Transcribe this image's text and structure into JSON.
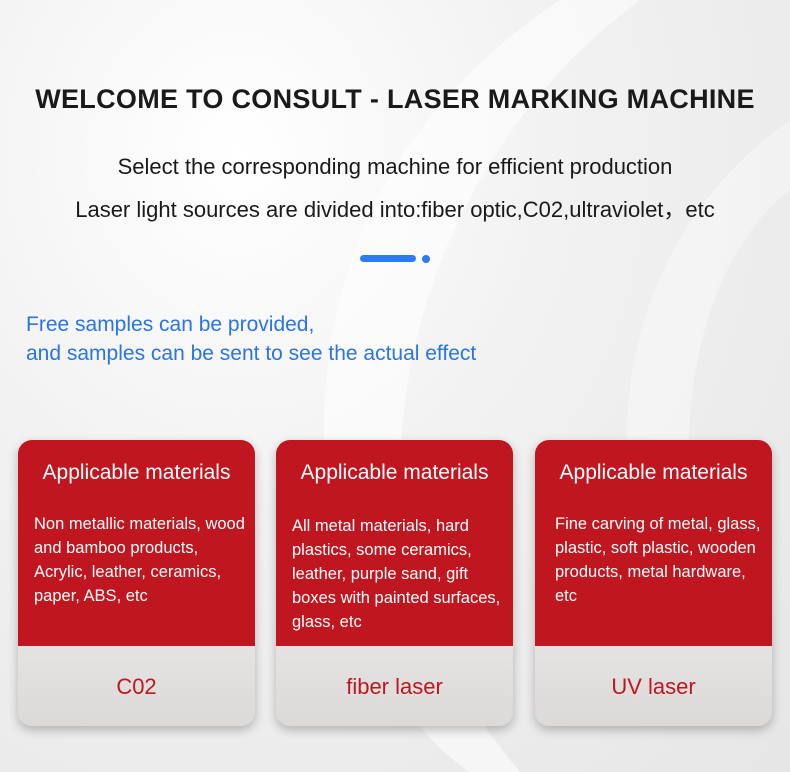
{
  "header": {
    "title": "WELCOME TO CONSULT - LASER MARKING MACHINE",
    "subtitle_line1": "Select the corresponding machine for efficient production",
    "subtitle_line2": "Laser light sources are divided into:fiber optic,C02,ultraviolet，etc"
  },
  "notice": {
    "line1": "Free samples can be provided,",
    "line2": "and samples can be sent to see the actual effect"
  },
  "colors": {
    "accent_blue": "#2a7cf0",
    "card_red": "#c0161f",
    "card_gray": "#e0dfdd"
  },
  "cards": [
    {
      "heading": "Applicable materials",
      "body": "Non metallic materials, wood and bamboo products, Acrylic, leather, ceramics, paper, ABS, etc",
      "type": "C02"
    },
    {
      "heading": "Applicable materials",
      "body": "All metal materials, hard plastics, some ceramics, leather, purple sand, gift boxes with painted surfaces, glass, etc",
      "type": "fiber laser"
    },
    {
      "heading": "Applicable materials",
      "body": "Fine carving of metal, glass, plastic, soft plastic, wooden products, metal hardware, etc",
      "type": "UV laser"
    }
  ]
}
